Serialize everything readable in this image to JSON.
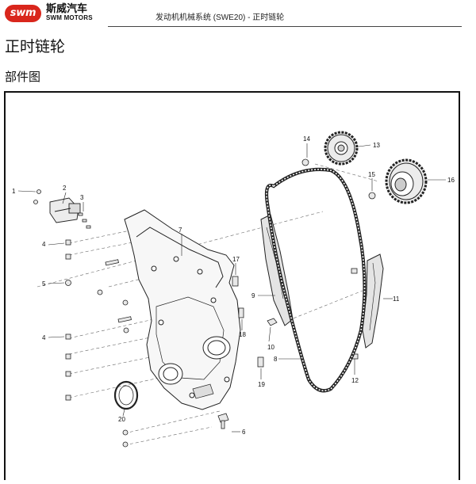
{
  "header": {
    "brand_cn": "斯威汽车",
    "brand_en": "SWM MOTORS",
    "logo_badge": "swm",
    "breadcrumb": "发动机机械系统 (SWE20) - 正时链轮"
  },
  "page_title": "正时链轮",
  "section_title": "部件图",
  "callouts": [
    {
      "number": "1",
      "part": "bolt"
    },
    {
      "number": "2",
      "part": "chain tensioner"
    },
    {
      "number": "3",
      "part": "stud"
    },
    {
      "number": "4",
      "part": "bolt"
    },
    {
      "number": "5",
      "part": "nut"
    },
    {
      "number": "6",
      "part": "sensor"
    },
    {
      "number": "7",
      "part": "timing chain cover"
    },
    {
      "number": "8",
      "part": "timing chain"
    },
    {
      "number": "9",
      "part": "tensioner guide rail"
    },
    {
      "number": "10",
      "part": "bolt"
    },
    {
      "number": "11",
      "part": "fixed guide rail"
    },
    {
      "number": "12",
      "part": "bolt"
    },
    {
      "number": "13",
      "part": "crankshaft sprocket"
    },
    {
      "number": "14",
      "part": "bolt"
    },
    {
      "number": "15",
      "part": "bolt"
    },
    {
      "number": "16",
      "part": "camshaft sprocket"
    },
    {
      "number": "17",
      "part": "dowel pin"
    },
    {
      "number": "18",
      "part": "bolt"
    },
    {
      "number": "19",
      "part": "dowel pin"
    },
    {
      "number": "20",
      "part": "oil seal"
    }
  ]
}
